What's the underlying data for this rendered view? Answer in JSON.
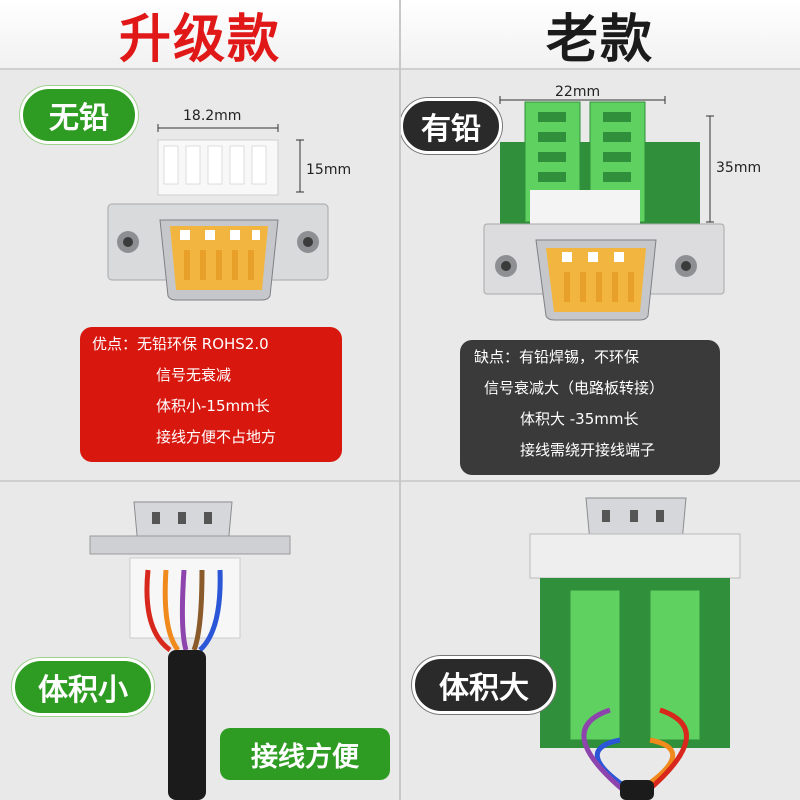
{
  "titles": {
    "upgraded": "升级款",
    "old": "老款"
  },
  "badges": {
    "lead_free": "无铅",
    "leaded": "有铅",
    "small": "体积小",
    "large": "体积大",
    "easy_wiring": "接线方便"
  },
  "dimensions": {
    "new_width": "18.2mm",
    "new_height": "15mm",
    "old_width": "22mm",
    "old_height": "35mm"
  },
  "advantages": [
    "优点：无铅环保 ROHS2.0",
    "信号无衰减",
    "体积小-15mm长",
    "接线方便不占地方"
  ],
  "disadvantages": [
    "缺点：有铅焊锡，不环保",
    "信号衰减大（电路板转接）",
    "体积大 -35mm长",
    "接线需绕开接线端子"
  ],
  "colors": {
    "red": "#d8180f",
    "green": "#2e9c23",
    "dark": "#2a2a2a"
  }
}
